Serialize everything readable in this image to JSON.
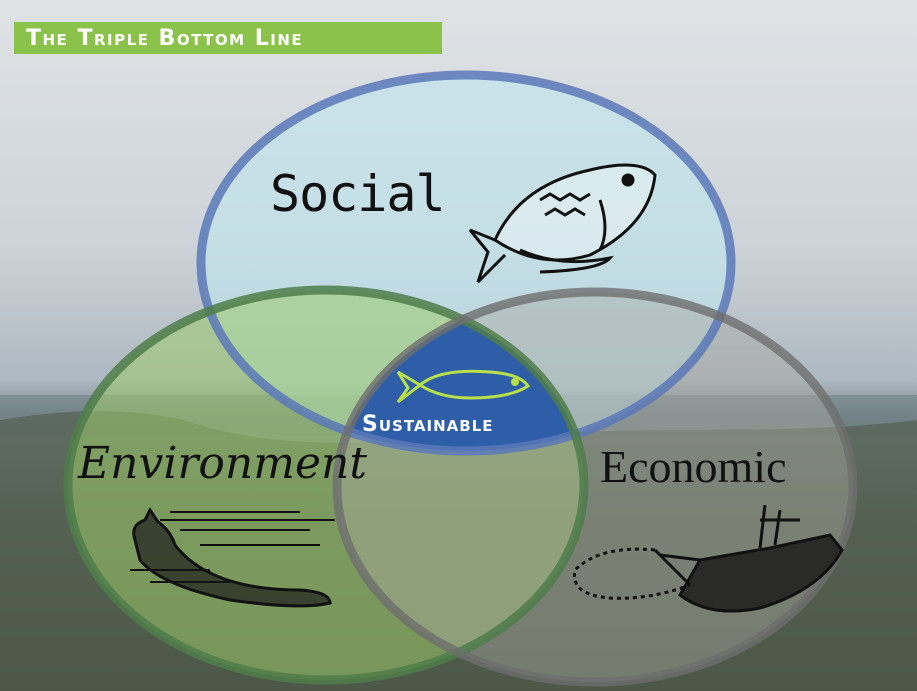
{
  "title": "The Triple Bottom Line",
  "circles": [
    {
      "key": "social",
      "label": "Social",
      "icon": "fish-icon",
      "color": "#5a78b8"
    },
    {
      "key": "environment",
      "label": "Environment",
      "icon": "whale-icon",
      "color": "#4f7d4a"
    },
    {
      "key": "economic",
      "label": "Economic",
      "icon": "fishing-boat-icon",
      "color": "#6e6e6e"
    }
  ],
  "center": {
    "label": "Sustainable",
    "icon": "fish-outline-icon",
    "color": "#2e5ea8"
  },
  "colors": {
    "title_banner": "#8bc34a",
    "sustainable_fill": "#2e5ea8",
    "center_fish": "#b8e04a"
  }
}
